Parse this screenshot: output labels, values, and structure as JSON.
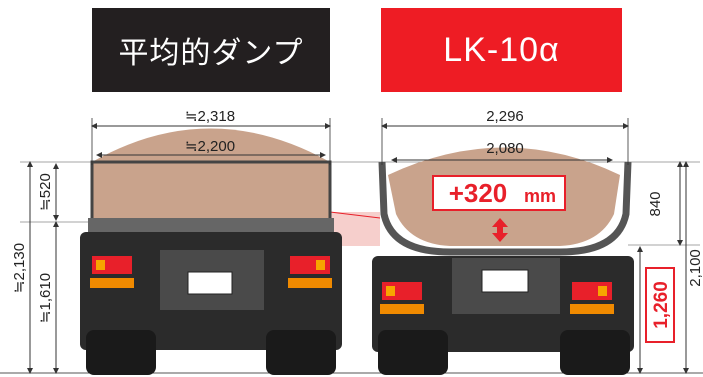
{
  "titles": {
    "left": "平均的ダンプ",
    "right": "LK-10α"
  },
  "left_truck": {
    "outer_width": "≒2,318",
    "inner_width": "≒2,200",
    "body_height": "≒520",
    "total_height": "≒2,130",
    "floor_height": "≒1,610"
  },
  "right_truck": {
    "outer_width": "2,296",
    "inner_width": "2,080",
    "body_height": "840",
    "total_height": "2,100",
    "floor_height": "1,260",
    "capacity_gain": "+320",
    "capacity_gain_unit": "mm"
  },
  "colors": {
    "left_title_bg": "#231f20",
    "right_title_bg": "#ee1c24",
    "highlight_red": "#e8202a",
    "load_sand": "#c9a38c",
    "truck_body": "#3a3a3a"
  }
}
